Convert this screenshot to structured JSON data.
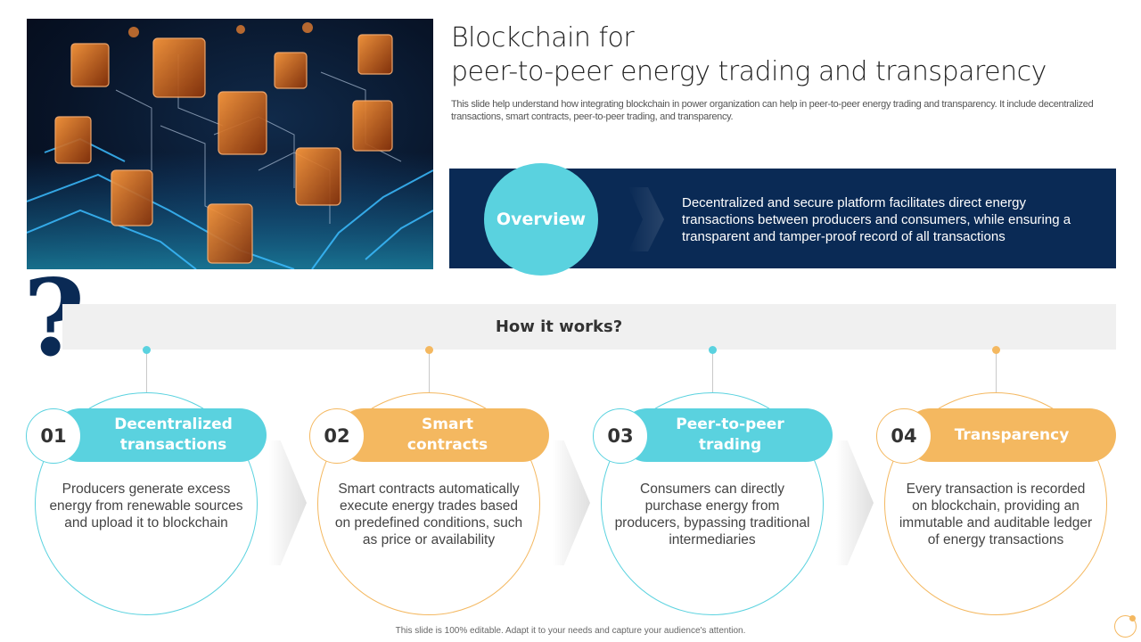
{
  "slide": {
    "title_line1": "Blockchain for",
    "title_line2": "peer-to-peer energy trading and transparency",
    "subtitle": "This slide help understand how integrating blockchain in power organization can help in peer-to-peer energy trading and transparency. It include decentralized transactions, smart contracts, peer-to-peer trading, and transparency.",
    "hero_image": "blockchain-cubes-circuit-image",
    "overview": {
      "label": "Overview",
      "text": "Decentralized and secure platform facilitates direct energy transactions between producers and consumers, while ensuring a transparent and tamper-proof record of all transactions"
    },
    "how_it_works": {
      "icon": "question-mark-icon",
      "label": "How it works?"
    },
    "steps": [
      {
        "number": "01",
        "title": "Decentralized transactions",
        "description": "Producers generate excess energy from renewable sources and upload it to blockchain",
        "color": "#5ad2df"
      },
      {
        "number": "02",
        "title": "Smart contracts",
        "description": "Smart contracts automatically execute energy trades based on predefined conditions, such as price or availability",
        "color": "#f4b860"
      },
      {
        "number": "03",
        "title": "Peer-to-peer trading",
        "description": "Consumers can directly purchase energy from producers, bypassing traditional intermediaries",
        "color": "#5ad2df"
      },
      {
        "number": "04",
        "title": "Transparency",
        "description": "Every transaction is recorded on blockchain, providing an immutable and auditable ledger of energy transactions",
        "color": "#f4b860"
      }
    ],
    "footer": "This slide is 100% editable. Adapt it to your needs and capture your audience's attention.",
    "colors": {
      "navy": "#0a2a55",
      "teal": "#5ad2df",
      "orange": "#f4b860",
      "bar_gray": "#f0f0f0"
    }
  }
}
